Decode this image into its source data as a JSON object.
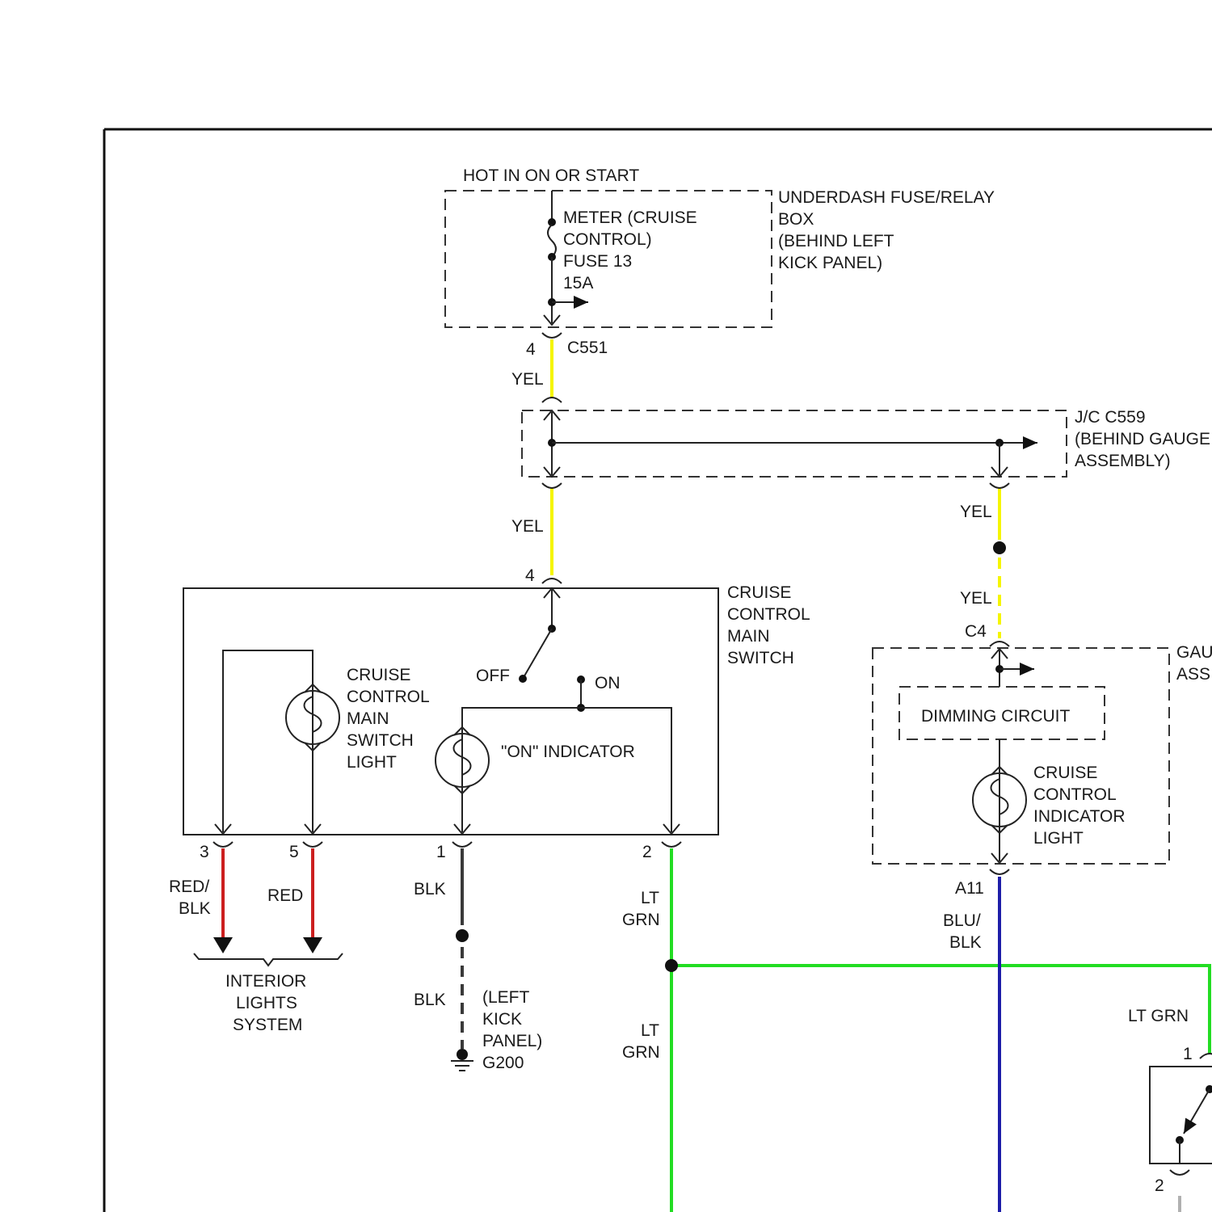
{
  "labels": {
    "hot_in_on": "HOT IN ON OR START",
    "fuse_l1": "METER (CRUISE",
    "fuse_l2": "CONTROL)",
    "fuse_l3": "FUSE 13",
    "fuse_l4": "15A",
    "fusebox_l1": "UNDERDASH FUSE/RELAY",
    "fusebox_l2": "BOX",
    "fusebox_l3": "(BEHIND LEFT",
    "fusebox_l4": "KICK PANEL)",
    "c551_pin": "4",
    "c551": "C551",
    "yel_1": "YEL",
    "jc_l1": "J/C C559",
    "jc_l2": "(BEHIND GAUGE",
    "jc_l3": "ASSEMBLY)",
    "yel_2": "YEL",
    "yel_3": "YEL",
    "yel_4": "YEL",
    "c4": "C4",
    "switch_pin4": "4",
    "main_switch_l1": "CRUISE",
    "main_switch_l2": "CONTROL",
    "main_switch_l3": "MAIN",
    "main_switch_l4": "SWITCH",
    "off": "OFF",
    "on": "ON",
    "sw_light_l1": "CRUISE",
    "sw_light_l2": "CONTROL",
    "sw_light_l3": "MAIN",
    "sw_light_l4": "SWITCH",
    "sw_light_l5": "LIGHT",
    "on_indicator": "\"ON\" INDICATOR",
    "gauge_l1": "GAU",
    "gauge_l2": "ASS",
    "dimming": "DIMMING CIRCUIT",
    "ind_light_l1": "CRUISE",
    "ind_light_l2": "CONTROL",
    "ind_light_l3": "INDICATOR",
    "ind_light_l4": "LIGHT",
    "a11": "A11",
    "pin3": "3",
    "pin5": "5",
    "pin1": "1",
    "pin2": "2",
    "red_blk_l1": "RED/",
    "red_blk_l2": "BLK",
    "red": "RED",
    "blk_1": "BLK",
    "blk_2": "BLK",
    "ltgrn_1a": "LT",
    "ltgrn_1b": "GRN",
    "ltgrn_2a": "LT",
    "ltgrn_2b": "GRN",
    "blu_blk_l1": "BLU/",
    "blu_blk_l2": "BLK",
    "interior_l1": "INTERIOR",
    "interior_l2": "LIGHTS",
    "interior_l3": "SYSTEM",
    "ground_l1": "(LEFT",
    "ground_l2": "KICK",
    "ground_l3": "PANEL)",
    "ground_l4": "G200",
    "lt_grn_right": "LT GRN",
    "right_pin1": "1",
    "right_pin2": "2"
  },
  "colors": {
    "yellow_wire": "#f5f500",
    "red_wire": "#cc1f1f",
    "black_wire": "#3a3a3a",
    "green_wire": "#22dd22",
    "blue_wire": "#1e1ea8",
    "gray_wire": "#b0b0b0"
  }
}
